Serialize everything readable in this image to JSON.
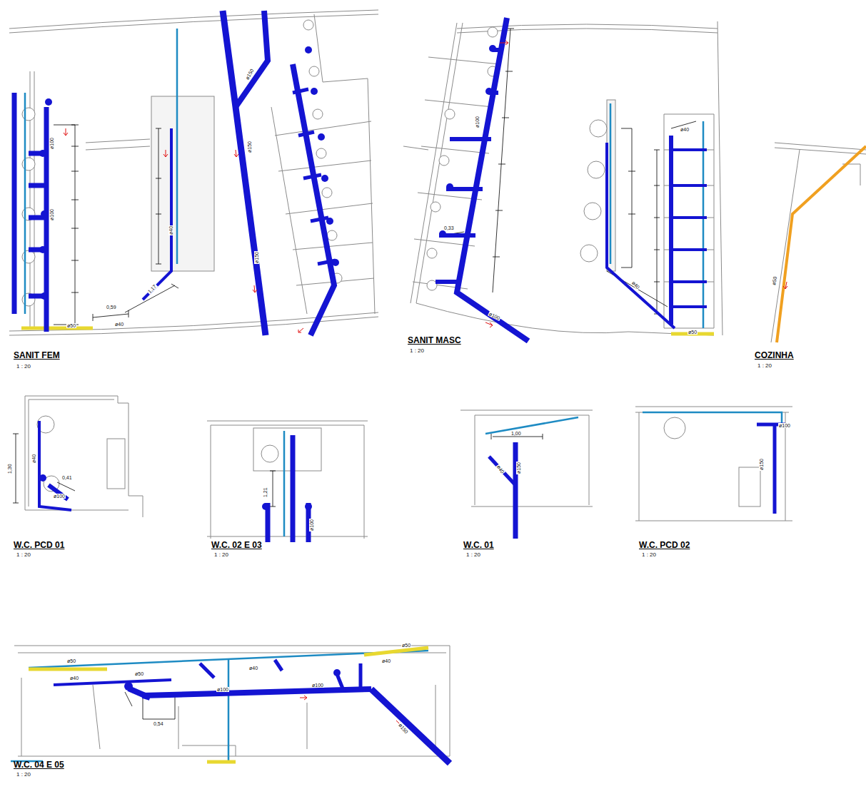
{
  "diagram": {
    "labels": [
      "SANIT FEM",
      "1 : 20",
      "SANIT MASC",
      "1 : 20",
      "COZINHA",
      "1 : 20",
      "W.C. PCD 01",
      "1 : 20",
      "W.C. 02 E 03",
      "1 : 20",
      "W.C. 01",
      "1 : 20",
      "W.C. PCD 02",
      "1 : 20",
      "W.C. 04 E 05",
      "1 : 20",
      "ø100",
      "ø100",
      "0,59",
      "ø40",
      "1,17",
      "ø50",
      "ø150",
      "ø150",
      "ø150",
      "ø40",
      "0,33",
      "ø100",
      "ø40",
      "ø50",
      "ø40",
      "ø100",
      "1,30",
      "0,41",
      "ø100",
      "ø40",
      "1,00",
      "ø150",
      "ø40",
      "ø50",
      "ø40",
      "ø50",
      "0,54",
      "ø100",
      "ø100",
      "ø40",
      "ø40",
      "ø150",
      "ø50",
      "ø50",
      "ø100",
      "ø150",
      "1,21",
      "ø100"
    ]
  }
}
